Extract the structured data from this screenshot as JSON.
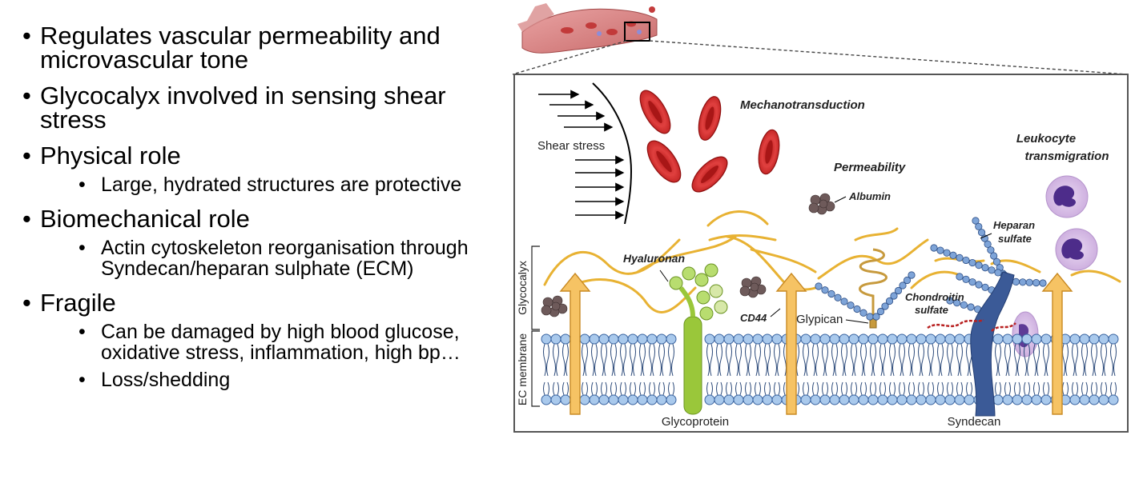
{
  "bullets": [
    {
      "text": "Regulates vascular permeability and microvascular tone",
      "sub": []
    },
    {
      "text": "Glycocalyx involved in sensing shear stress",
      "sub": []
    },
    {
      "text": "Physical role",
      "sub": [
        "Large, hydrated structures are protective"
      ]
    },
    {
      "text": "Biomechanical role",
      "sub": [
        "Actin cytoskeleton reorganisation through Syndecan/heparan sulphate (ECM)"
      ]
    },
    {
      "text": "Fragile",
      "sub": [
        "Can be damaged by high blood glucose, oxidative stress, inflammation, high bp…",
        "Loss/shedding"
      ]
    }
  ],
  "figure": {
    "shear_stress": "Shear stress",
    "mechanotransduction": "Mechanotransduction",
    "permeability": "Permeability",
    "albumin": "Albumin",
    "leukocyte_1": "Leukocyte",
    "leukocyte_2": "transmigration",
    "heparan_1": "Heparan",
    "heparan_2": "sulfate",
    "hyaluronan": "Hyaluronan",
    "cd44": "CD44",
    "glypican": "Glypican",
    "chondroitin_1": "Chondroitin",
    "chondroitin_2": "sulfate",
    "glycocalyx": "Glycocalyx",
    "ec_membrane": "EC membrane",
    "glycoprotein": "Glycoprotein",
    "syndecan": "Syndecan"
  }
}
